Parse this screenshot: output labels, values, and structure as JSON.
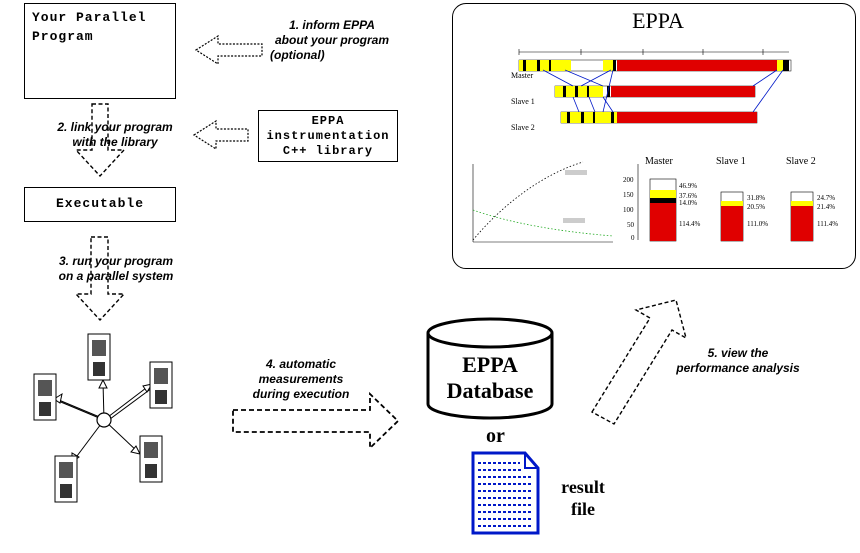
{
  "boxes": {
    "program_line1": "Your Parallel",
    "program_line2": "Program",
    "library_line1": "EPPA",
    "library_line2": "instrumentation",
    "library_line3": "C++ library",
    "executable": "Executable"
  },
  "steps": {
    "s1_l1": "1. inform EPPA",
    "s1_l2": "about your program",
    "s1_l3": "(optional)",
    "s2_l1": "2. link your program",
    "s2_l2": "with the library",
    "s3_l1": "3. run your program",
    "s3_l2": "on a parallel system",
    "s4_l1": "4. automatic",
    "s4_l2": "measurements",
    "s4_l3": "during execution",
    "s5_l1": "5. view the",
    "s5_l2": "performance analysis"
  },
  "database": {
    "line1": "EPPA",
    "line2": "Database"
  },
  "or_label": "or",
  "result_file": {
    "line1": "result",
    "line2": "file"
  },
  "panel": {
    "title": "EPPA",
    "timeline_rows": [
      "Master",
      "Slave 1",
      "Slave 2"
    ],
    "bar_titles": [
      "Master",
      "Slave 1",
      "Slave 2"
    ],
    "y_ticks": [
      "200",
      "150",
      "100",
      "50",
      "0"
    ],
    "master_labels": [
      "46.9%",
      "37.6%",
      "14.0%",
      "114.4%"
    ],
    "slave1_labels": [
      "31.8%",
      "20.5%",
      "111.0%"
    ],
    "slave2_labels": [
      "24.7%",
      "21.4%",
      "111.4%"
    ]
  },
  "colors": {
    "red": "#e00000",
    "yellow": "#ffff00",
    "blue": "#0018c8",
    "green": "#22aa22"
  }
}
